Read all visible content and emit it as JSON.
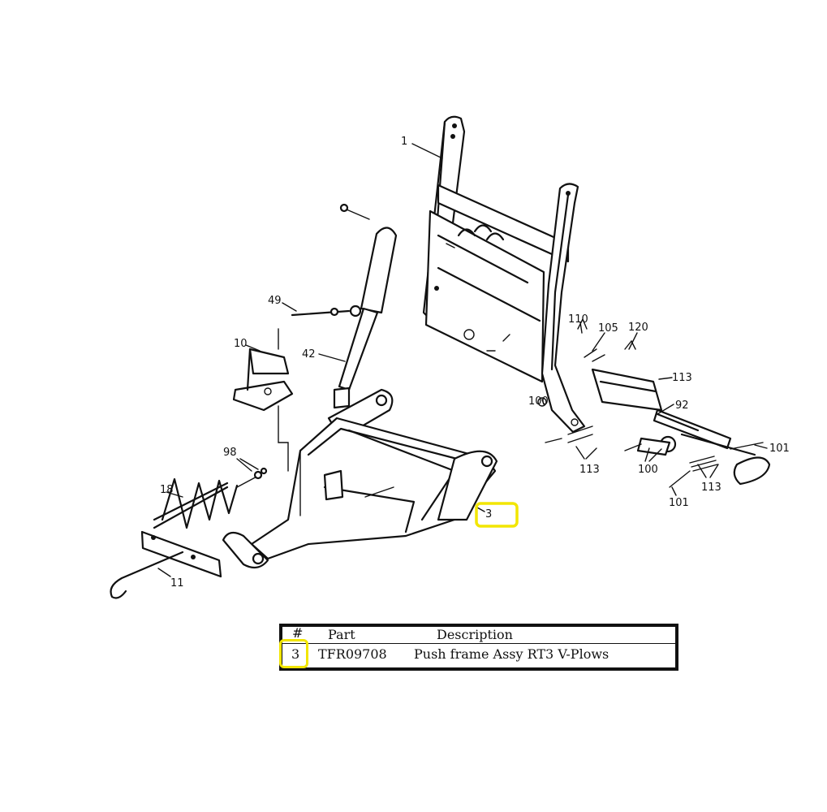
{
  "callouts": {
    "c1": "1",
    "c3": "3",
    "c10": "10",
    "c11": "11",
    "c18": "18",
    "c42": "42",
    "c49": "49",
    "c98": "98",
    "c92": "92",
    "c100a": "100",
    "c100b": "100",
    "c101a": "101",
    "c101b": "101",
    "c105": "105",
    "c110": "110",
    "c113a": "113",
    "c113b": "113",
    "c113c": "113",
    "c120": "120"
  },
  "table": {
    "headers": {
      "num": "#",
      "part": "Part",
      "description": "Description"
    },
    "rows": [
      {
        "num": "3",
        "part": "TFR09708",
        "description": "Push frame Assy RT3 V-Plows"
      }
    ]
  },
  "colors": {
    "highlight": "#f2e600",
    "ink": "#111111",
    "background": "#ffffff"
  }
}
